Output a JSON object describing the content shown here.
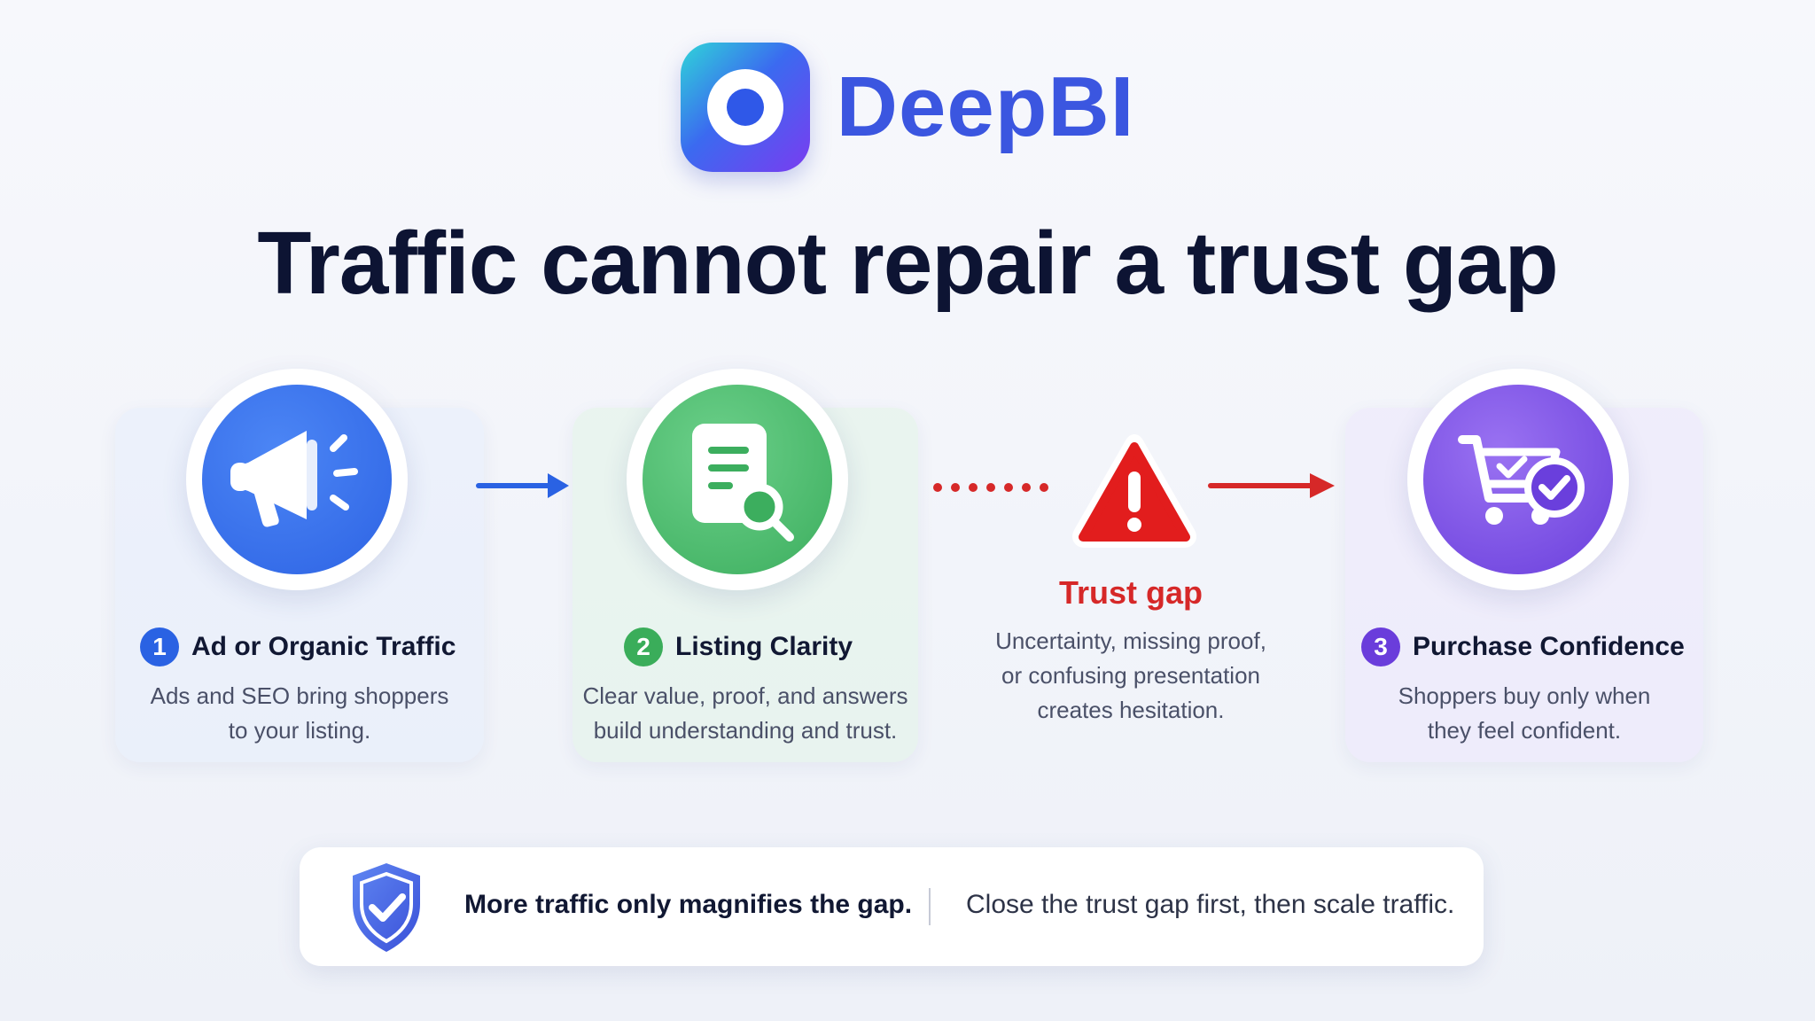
{
  "brand": {
    "name": "DeepBI"
  },
  "headline": "Traffic cannot repair a trust gap",
  "steps": [
    {
      "number": "1",
      "title": "Ad or Organic Traffic",
      "desc_line1": "Ads and SEO bring shoppers",
      "desc_line2": "to your listing.",
      "icon": "megaphone-icon",
      "color": "#2d63e4"
    },
    {
      "number": "2",
      "title": "Listing Clarity",
      "desc_line1": "Clear value, proof, and answers",
      "desc_line2": "build understanding and trust.",
      "icon": "document-search-icon",
      "color": "#3cae5e"
    },
    {
      "number": "3",
      "title": "Purchase Confidence",
      "desc_line1": "Shoppers buy only when",
      "desc_line2": "they feel confident.",
      "icon": "cart-check-icon",
      "color": "#6a3fdc"
    }
  ],
  "gap": {
    "title": "Trust gap",
    "desc_line1": "Uncertainty, missing proof,",
    "desc_line2": "or confusing presentation",
    "desc_line3": "creates hesitation.",
    "icon": "warning-icon",
    "color": "#d62828"
  },
  "banner": {
    "strong": "More traffic only magnifies the gap.",
    "text": "Close the trust gap first, then scale traffic.",
    "icon": "shield-check-icon"
  }
}
